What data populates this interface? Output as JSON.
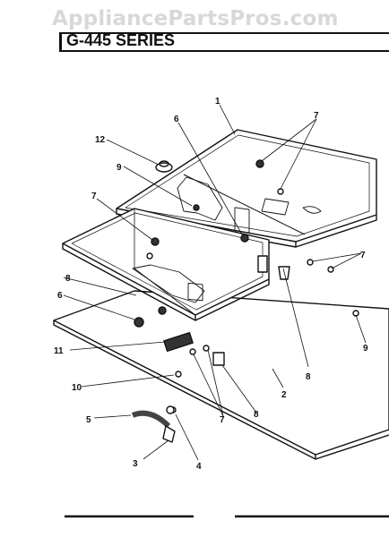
{
  "watermark": "AppliancePartsPros.com",
  "header": {
    "title": "G-445 SERIES"
  },
  "callouts": [
    "1",
    "2",
    "3",
    "4",
    "5",
    "6",
    "6",
    "7",
    "7",
    "7",
    "7",
    "8",
    "8",
    "8",
    "9",
    "9",
    "10",
    "11",
    "12"
  ]
}
